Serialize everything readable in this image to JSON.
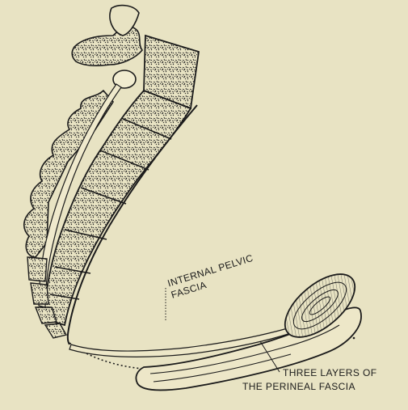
{
  "labels": {
    "internal_pelvic_line1": "INTERNAL PELVIC",
    "internal_pelvic_line2": "FASCIA",
    "three_layers_line1": "THREE LAYERS OF",
    "three_layers_line2": "THE PERINEAL FASCIA"
  },
  "colors": {
    "background": "#e8e3c3",
    "ink": "#1b1b1b"
  }
}
